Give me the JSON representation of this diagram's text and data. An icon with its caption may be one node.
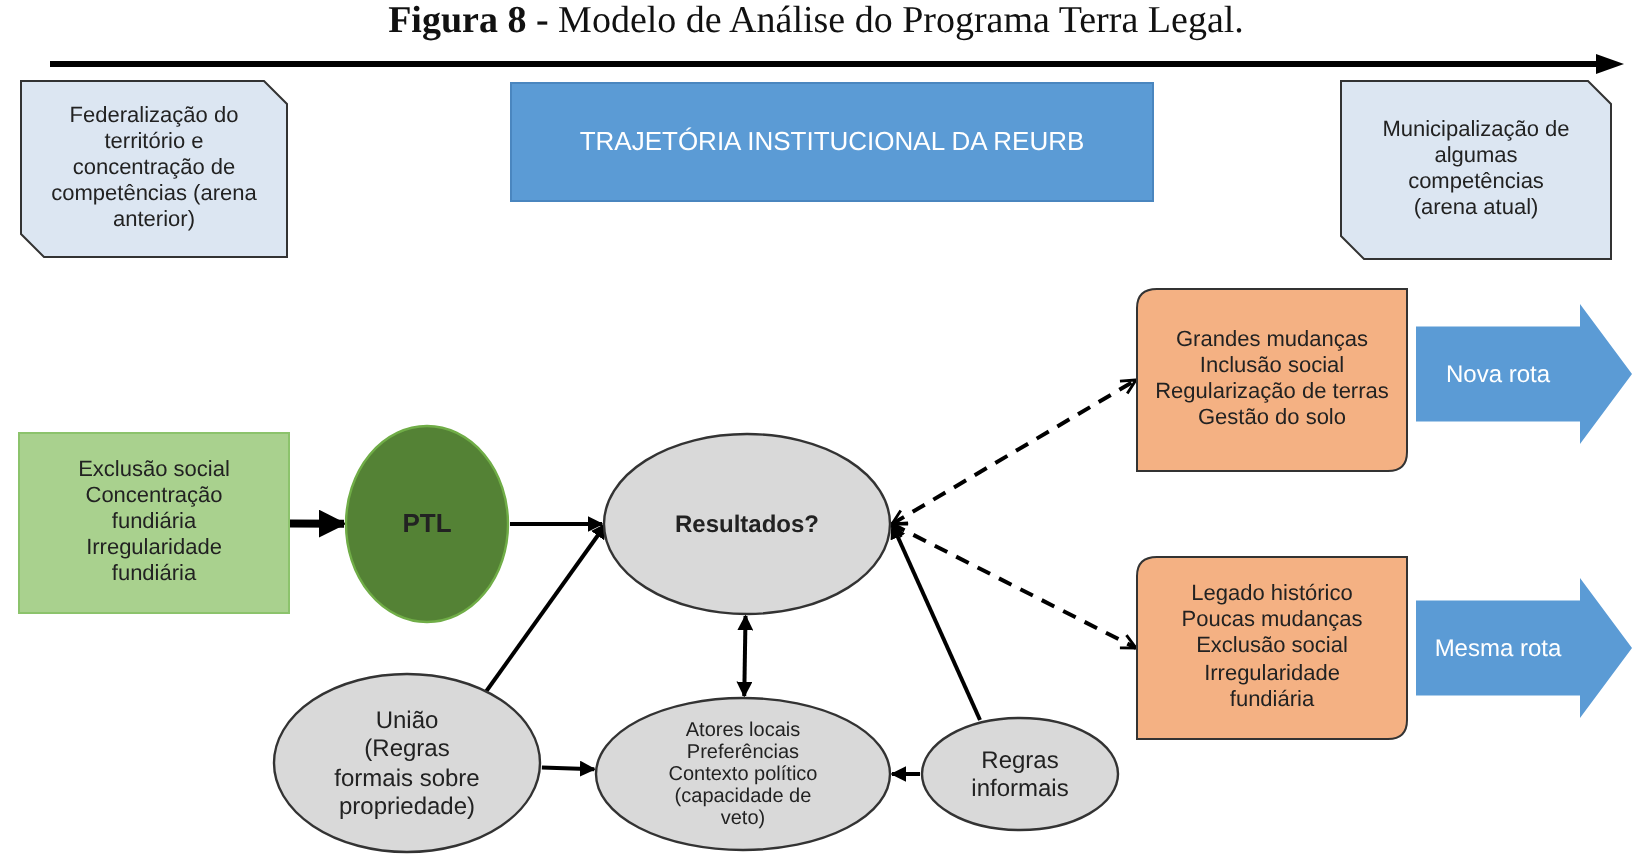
{
  "diagram": {
    "title": "**Figura 8 -** Modelo de Análise do Programa Terra Legal.",
    "nodes": [
      {
        "text": [
          "Federalização do território e concentração de competências (arena anterior)"
        ]
      },
      {
        "text": [
          "TRAJETÓRIA INSTITUCIONAL DA REURB"
        ]
      },
      {
        "text": [
          "Municipalização de algumas competências (arena atual)"
        ]
      },
      {
        "text": [
          "Grandes mudanças Inclusão social Regularização de terras Gestão do solo"
        ]
      },
      {
        "text": [
          "Nova rota"
        ]
      },
      {
        "text": [
          "Exclusão social Concentração fundiária Irregularidade fundiária"
        ]
      },
      {
        "text": [
          "PTL"
        ]
      },
      {
        "text": [
          "Resultados?"
        ]
      },
      {
        "text": [
          "Legado histórico Poucas mudanças Exclusão social Irregularidade fundiária"
        ]
      },
      {
        "text": [
          "Mesma rota"
        ]
      },
      {
        "text": [
          "União (Regras formais sobre propriedade)"
        ]
      },
      {
        "text": [
          "Atores locais Preferências Contexto político (capacidade de veto)"
        ]
      },
      {
        "text": [
          "Regras informais"
        ]
      }
    ],
    "edges": [
      {
        "from": 5,
        "to": 6,
        "arrow": "to",
        "style": "thick"
      },
      {
        "from": 6,
        "to": 7,
        "arrow": "to"
      },
      {
        "from": 7,
        "to": 3,
        "arrow": "both",
        "style": "dashed"
      },
      {
        "from": 7,
        "to": 8,
        "arrow": "both",
        "style": "dashed"
      },
      {
        "from": 10,
        "to": 7,
        "arrow": "to"
      },
      {
        "from": 12,
        "to": 7,
        "arrow": "to"
      },
      {
        "from": 7,
        "to": 11,
        "arrow": "both"
      },
      {
        "from": 10,
        "to": 11,
        "arrow": "to"
      },
      {
        "from": 12,
        "to": 11,
        "arrow": "to"
      }
    ]
  }
}
